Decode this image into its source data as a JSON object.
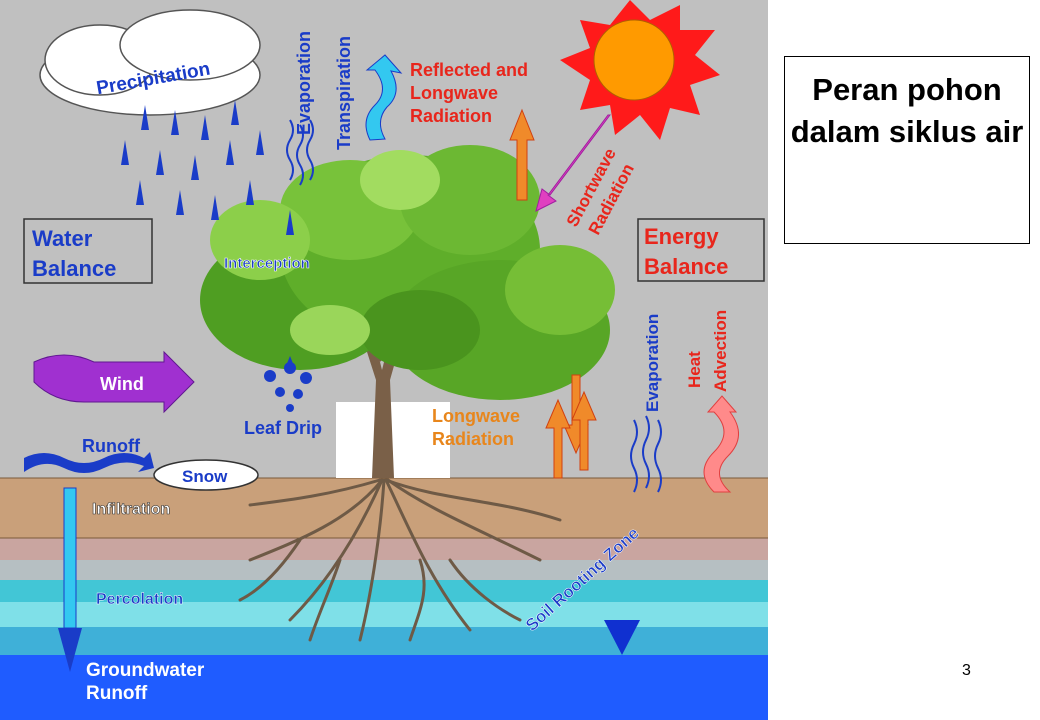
{
  "slide": {
    "title": "Peran pohon dalam siklus air",
    "page_number": "3"
  },
  "diagram": {
    "labels": {
      "precipitation": "Precipitation",
      "evaporation_top": "Evaporation",
      "transpiration": "Transpiration",
      "reflected_line1": "Reflected and",
      "reflected_line2": "Longwave",
      "reflected_line3": "Radiation",
      "shortwave_line1": "Shortwave",
      "shortwave_line2": "Radiation",
      "water_balance_line1": "Water",
      "water_balance_line2": "Balance",
      "energy_balance_line1": "Energy",
      "energy_balance_line2": "Balance",
      "interception": "Interception",
      "wind": "Wind",
      "leaf_drip": "Leaf Drip",
      "longwave_line1": "Longwave",
      "longwave_line2": "Radiation",
      "evaporation_right": "Evaporation",
      "heat_advection_line1": "Heat",
      "heat_advection_line2": "Advection",
      "runoff": "Runoff",
      "snow": "Snow",
      "infiltration": "Infiltration",
      "percolation": "Percolation",
      "soil_rooting_zone": "Soil Rooting Zone",
      "groundwater_line1": "Groundwater",
      "groundwater_line2": "Runoff"
    },
    "colors": {
      "background": "#c0c0c0",
      "label_blue": "#1a3cc8",
      "label_red": "#e8261c",
      "label_orange": "#e8861c",
      "sun": "#ff1a1a",
      "sun_core": "#ff9a00",
      "foliage": "#5fae2a",
      "soil": "#caa27c",
      "groundwater": "#1f5cff"
    }
  }
}
